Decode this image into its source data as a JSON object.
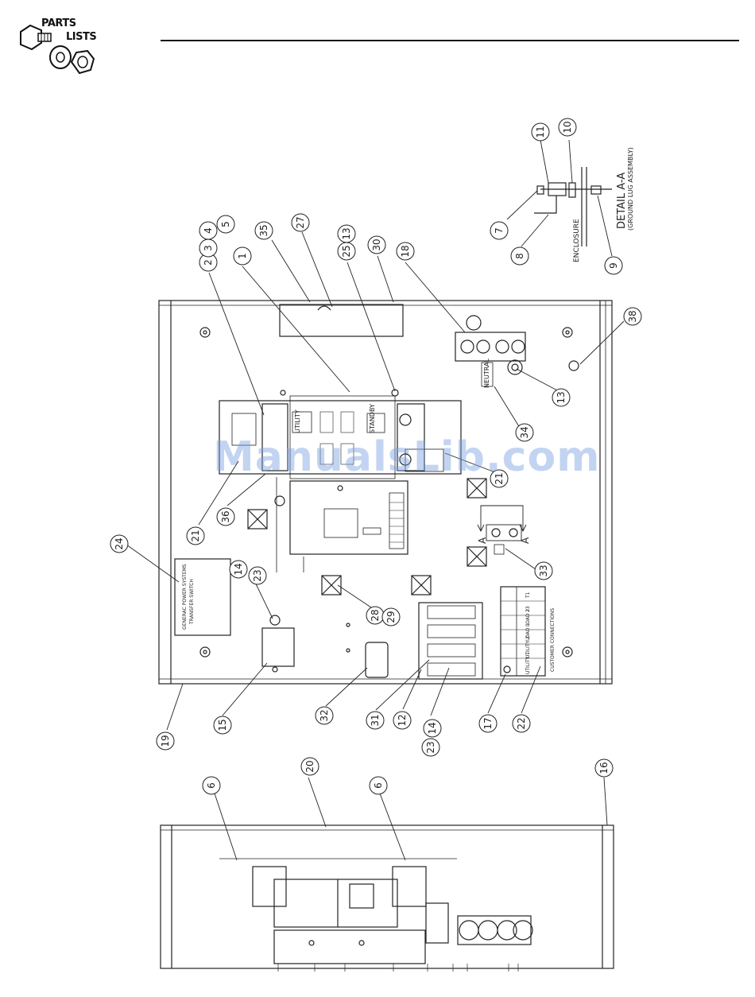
{
  "header": {
    "logo_line1": "PARTS",
    "logo_line2": "LISTS",
    "watermark": "ManualsLib.com"
  },
  "callouts": [
    {
      "id": "c1",
      "label": "1"
    },
    {
      "id": "c2",
      "label": "2"
    },
    {
      "id": "c3",
      "label": "3"
    },
    {
      "id": "c4",
      "label": "4"
    },
    {
      "id": "c5",
      "label": "5"
    },
    {
      "id": "c35",
      "label": "35"
    },
    {
      "id": "c27",
      "label": "27"
    },
    {
      "id": "c25",
      "label": "25"
    },
    {
      "id": "c13a",
      "label": "13"
    },
    {
      "id": "c30",
      "label": "30"
    },
    {
      "id": "c18",
      "label": "18"
    },
    {
      "id": "c38",
      "label": "38"
    },
    {
      "id": "c13b",
      "label": "13"
    },
    {
      "id": "c34",
      "label": "34"
    },
    {
      "id": "c21a",
      "label": "21"
    },
    {
      "id": "c21b",
      "label": "21"
    },
    {
      "id": "c36",
      "label": "36"
    },
    {
      "id": "c24",
      "label": "24"
    },
    {
      "id": "c14a",
      "label": "14"
    },
    {
      "id": "c23a",
      "label": "23"
    },
    {
      "id": "c33",
      "label": "33"
    },
    {
      "id": "c28",
      "label": "28"
    },
    {
      "id": "c29",
      "label": "29"
    },
    {
      "id": "c15",
      "label": "15"
    },
    {
      "id": "c19",
      "label": "19"
    },
    {
      "id": "c32",
      "label": "32"
    },
    {
      "id": "c31",
      "label": "31"
    },
    {
      "id": "c12",
      "label": "12"
    },
    {
      "id": "c23b",
      "label": "23"
    },
    {
      "id": "c14b",
      "label": "14"
    },
    {
      "id": "c17",
      "label": "17"
    },
    {
      "id": "c22",
      "label": "22"
    },
    {
      "id": "c11",
      "label": "11"
    },
    {
      "id": "c10",
      "label": "10"
    },
    {
      "id": "c7",
      "label": "7"
    },
    {
      "id": "c8",
      "label": "8"
    },
    {
      "id": "c9",
      "label": "9"
    },
    {
      "id": "c20",
      "label": "20"
    },
    {
      "id": "c6a",
      "label": "6"
    },
    {
      "id": "c6b",
      "label": "6"
    },
    {
      "id": "c16",
      "label": "16"
    }
  ],
  "detail": {
    "title": "DETAIL A-A",
    "subtitle": "(GROUND LUG ASSEMBLY)",
    "enclosure_label": "ENCLOSURE"
  },
  "section_marks": {
    "left": "A",
    "right": "A"
  },
  "labels": {
    "neutral": "NEUTRAL",
    "utility": "UTILITY",
    "standby": "STANDBY",
    "customer_connections": "CUSTOMER CONNECTIONS",
    "utility_1": "UTILITY 1",
    "utility_2": "UTILITY 2",
    "load_1": "LOAD 1",
    "load_2": "LOAD 2",
    "t1": "T1",
    "t2": "23",
    "sys_label": "GENERAC POWER SYSTEMS",
    "sys_sub": "TRANSFER SWITCH"
  }
}
